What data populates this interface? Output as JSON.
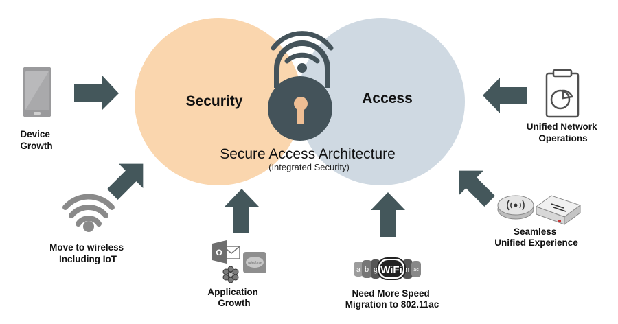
{
  "diagram": {
    "circles": {
      "security": {
        "label": "Security",
        "color": "#FAD6AE"
      },
      "access": {
        "label": "Access",
        "color": "#CBD6E0"
      }
    },
    "title": "Secure Access Architecture",
    "subtitle": "(Integrated Security)",
    "colors": {
      "arrow": "#44575B",
      "icon_dark": "#44535A",
      "icon_gray": "#8A8A8A",
      "keyhole": "#EFBE94"
    },
    "drivers": [
      {
        "id": "device",
        "icon": "smartphone-icon",
        "lines": [
          "Device",
          "Growth"
        ]
      },
      {
        "id": "wireless",
        "icon": "wifi-icon",
        "lines": [
          "Move to wireless",
          "Including IoT"
        ]
      },
      {
        "id": "application",
        "icon": "app-logos-icon",
        "lines": [
          "Application",
          "Growth"
        ],
        "logos": {
          "outlook": "O",
          "salesforce": "salesforce"
        }
      },
      {
        "id": "speed",
        "icon": "wifi-standards-icon",
        "lines": [
          "Need More Speed",
          "Migration to 802.11ac"
        ],
        "badge": {
          "prefix": [
            "a",
            "b",
            "g"
          ],
          "center": "WiFi",
          "suffix": [
            "n",
            "ac"
          ]
        }
      },
      {
        "id": "unified-experience",
        "icon": "access-point-switch-icon",
        "lines": [
          "Seamless",
          "Unified Experience"
        ]
      },
      {
        "id": "network-ops",
        "icon": "clipboard-chart-icon",
        "lines": [
          "Unified Network",
          "Operations"
        ]
      }
    ]
  }
}
